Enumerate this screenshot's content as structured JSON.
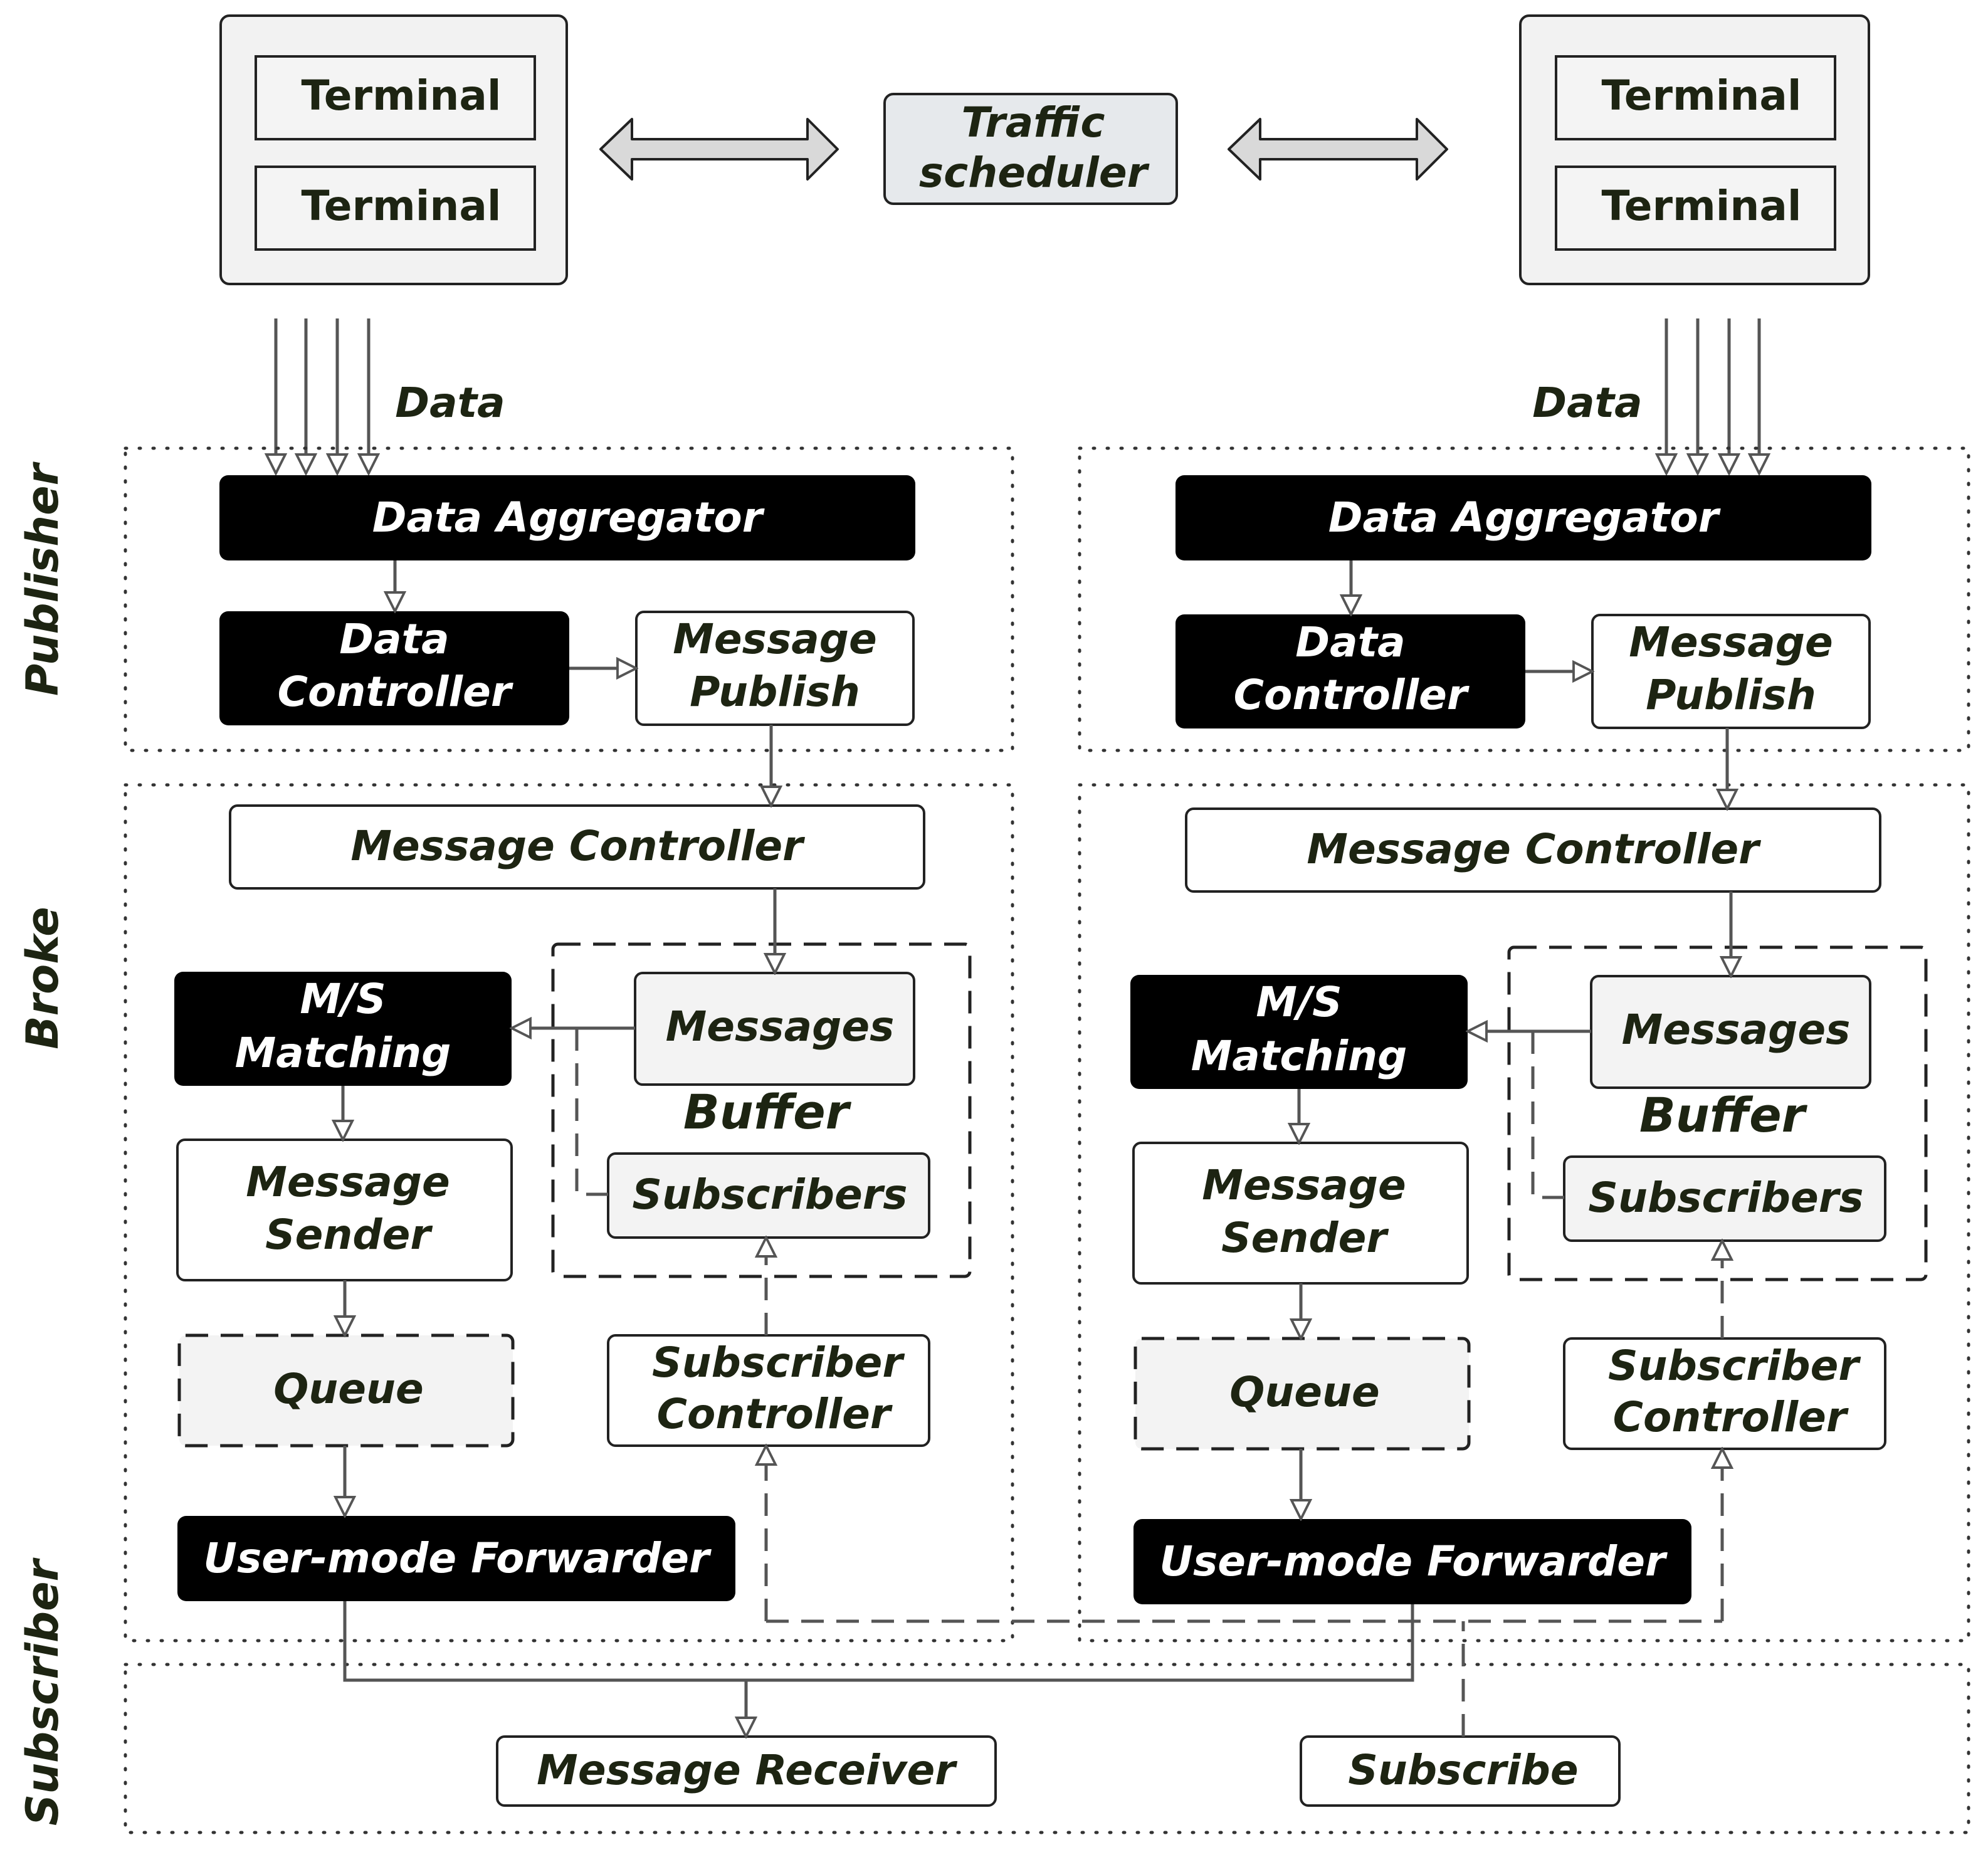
{
  "terminals": {
    "left": [
      "Terminal",
      "Terminal"
    ],
    "right": [
      "Terminal",
      "Terminal"
    ]
  },
  "traffic_scheduler": [
    "Traffic",
    "scheduler"
  ],
  "data_label": "Data",
  "sections": {
    "publisher": "Publisher",
    "broke": "Broke",
    "subscriber": "Subscriber"
  },
  "blocks": {
    "data_aggregator": "Data Aggregator",
    "data_controller": [
      "Data",
      "Controller"
    ],
    "message_publish": [
      "Message",
      "Publish"
    ],
    "message_controller": "Message Controller",
    "ms_matching": [
      "M/S",
      "Matching"
    ],
    "messages": "Messages",
    "buffer": "Buffer",
    "subscribers": "Subscribers",
    "message_sender": [
      "Message",
      "Sender"
    ],
    "queue": "Queue",
    "subscriber_controller": [
      "Subscriber",
      "Controller"
    ],
    "user_mode_forwarder": "User-mode Forwarder"
  },
  "subscriber_blocks": {
    "message_receiver": "Message Receiver",
    "subscribe": "Subscribe"
  },
  "colors": {
    "black_block": "#000000",
    "light_block": "#f3f3f3",
    "white_block": "#ffffff",
    "text_dark": "#1d2412",
    "scheduler_fill": "#e6e9ec",
    "arrow_fill": "#d9d9d9",
    "line": "#555555"
  }
}
